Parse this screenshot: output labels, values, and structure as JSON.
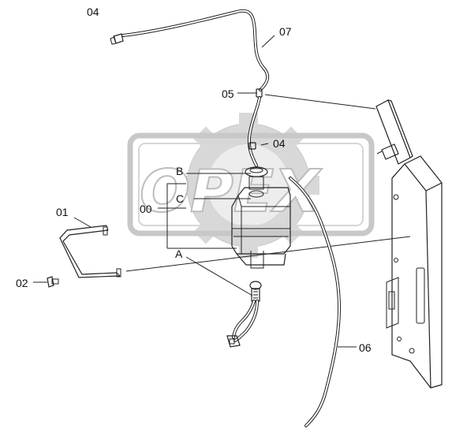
{
  "watermark": "OPEX",
  "labels": {
    "p04_top": "04",
    "p07": "07",
    "p05": "05",
    "p04_mid": "04",
    "pB": "B",
    "pC": "C",
    "p00": "00",
    "p01": "01",
    "pA": "A",
    "p02": "02",
    "p06": "06"
  }
}
